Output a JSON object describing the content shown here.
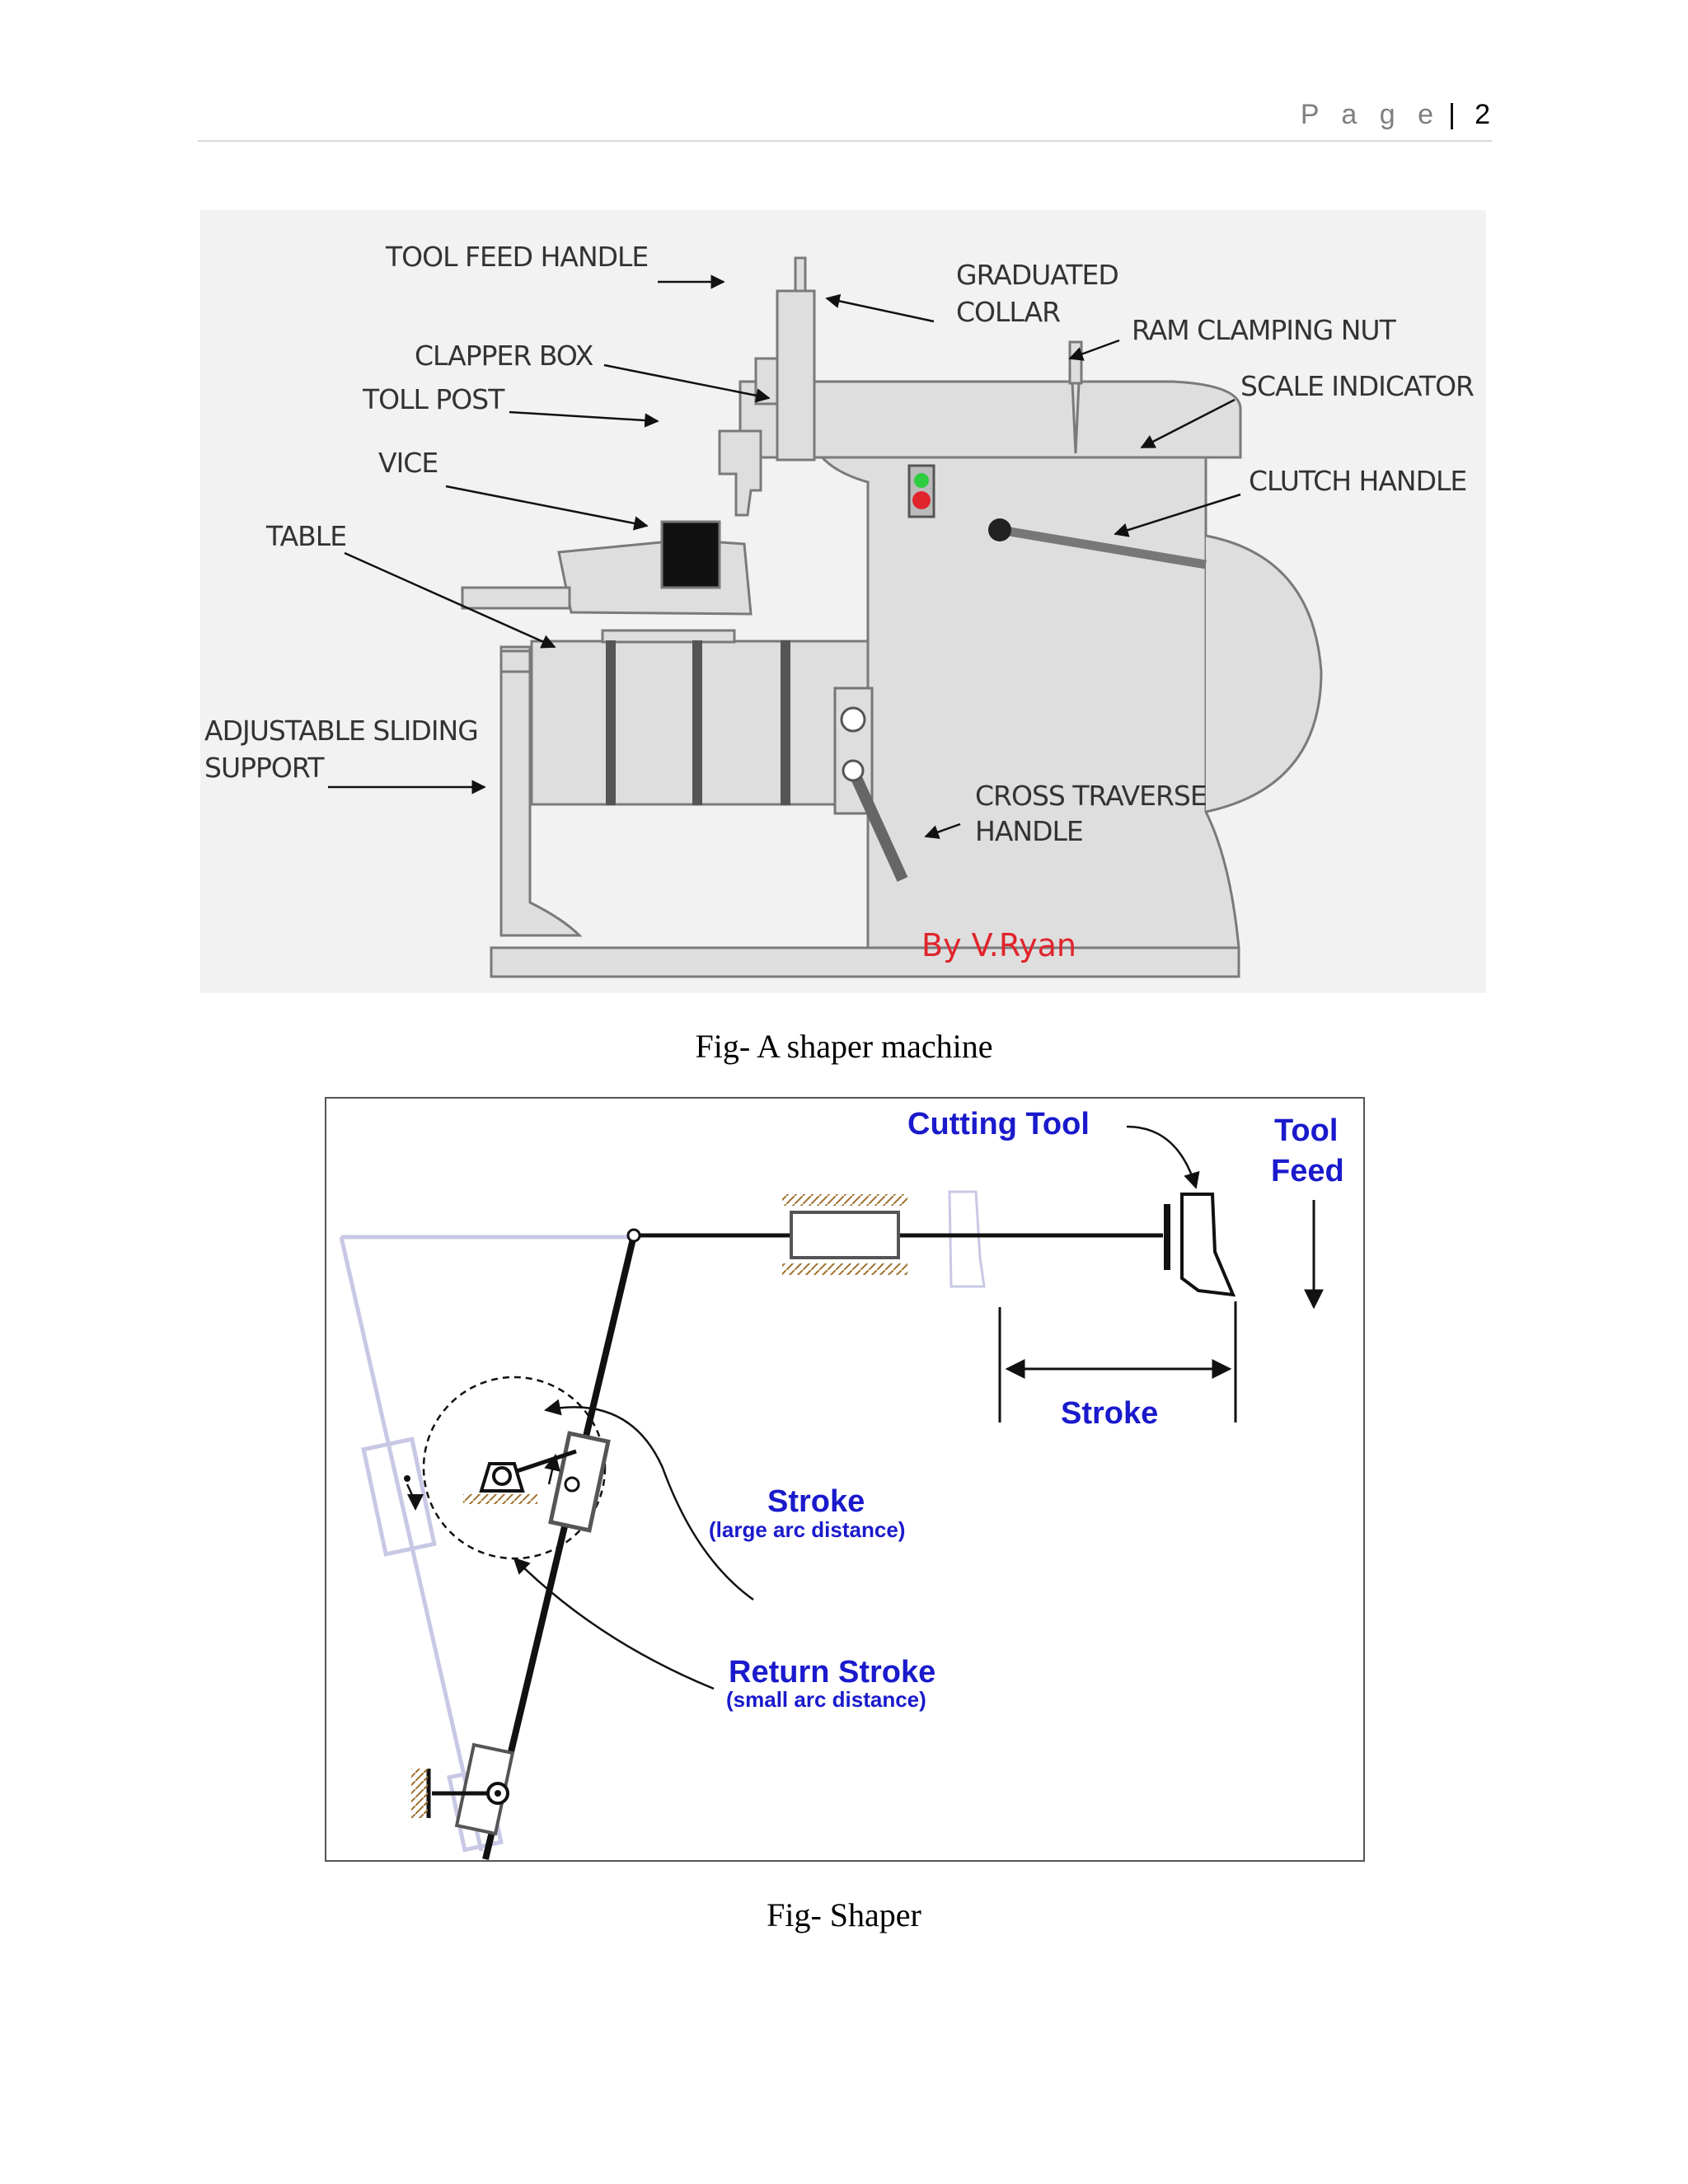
{
  "header": {
    "page_label": "P a g e",
    "separator": "|",
    "page_number": "2"
  },
  "figure1": {
    "labels": {
      "tool_feed_handle": "TOOL FEED HANDLE",
      "graduated": "GRADUATED",
      "collar": "COLLAR",
      "ram_clamping_nut": "RAM CLAMPING NUT",
      "clapper_box": "CLAPPER BOX",
      "toll_post": "TOLL POST",
      "scale_indicator": "SCALE INDICATOR",
      "vice": "VICE",
      "clutch_handle": "CLUTCH HANDLE",
      "table": "TABLE",
      "adjustable_sliding": "ADJUSTABLE SLIDING",
      "support": "SUPPORT",
      "cross_traverse": "CROSS TRAVERSE",
      "handle": "HANDLE",
      "credit": "By V.Ryan"
    },
    "caption": "Fig- A shaper machine"
  },
  "figure2": {
    "labels": {
      "cutting_tool": "Cutting Tool",
      "tool": "Tool",
      "feed": "Feed",
      "stroke_top": "Stroke",
      "stroke": "Stroke",
      "stroke_sub": "(large arc distance)",
      "return_stroke": "Return Stroke",
      "return_sub": "(small arc distance)"
    },
    "caption": "Fig- Shaper"
  },
  "colors": {
    "machine_fill": "#dedede",
    "machine_stroke": "#7a7a7a",
    "label_blue": "#1a1acc",
    "credit_red": "#e0242c",
    "ghost_link": "#c8c8e6"
  }
}
